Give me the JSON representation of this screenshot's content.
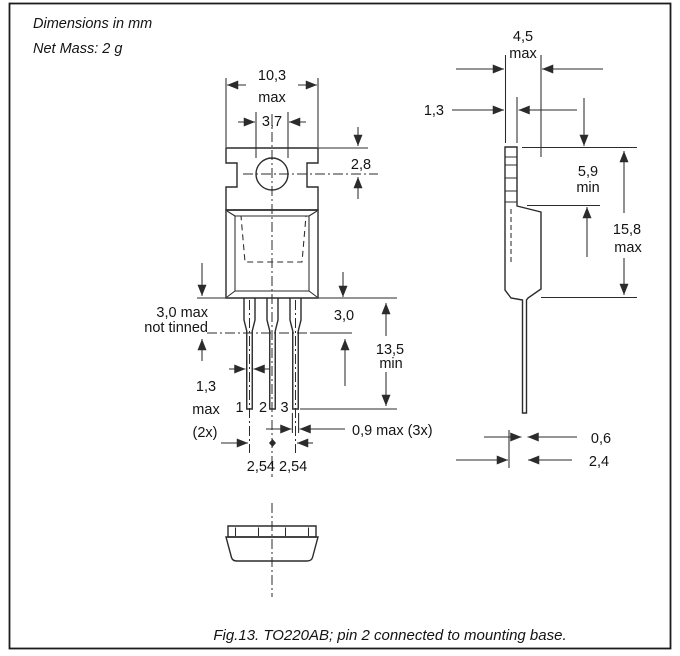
{
  "notes": {
    "units": "Dimensions in mm",
    "mass": "Net Mass: 2 g"
  },
  "caption": "Fig.13.  TO220AB; pin 2 connected to mounting base.",
  "colors": {
    "ink": "#2b2b2b",
    "text": "#141414",
    "background": "#ffffff"
  },
  "front_view": {
    "tab_width_value": "10,3",
    "tab_width_qualifier": "max",
    "hole_diameter": "3,7",
    "tab_top_to_hole": "2,8",
    "not_tinned_line1": "3,0 max",
    "not_tinned_line2": "not tinned",
    "body_to_tin": "3,0",
    "lead_length_value": "13,5",
    "lead_length_qualifier": "min",
    "outer_lead_width_value": "1,3",
    "outer_lead_width_qualifier": "max",
    "outer_lead_width_count": "(2x)",
    "lead_width": "0,9 max (3x)",
    "lead_pitch": "2,54 2,54",
    "pin1": "1",
    "pin2": "2",
    "pin3": "3"
  },
  "side_view": {
    "body_depth_value": "4,5",
    "body_depth_qualifier": "max",
    "tab_thickness": "1,3",
    "tab_height_value": "5,9",
    "tab_height_qualifier": "min",
    "total_height_value": "15,8",
    "total_height_qualifier": "max",
    "lead_thickness": "0,6",
    "lead_setback": "2,4"
  }
}
